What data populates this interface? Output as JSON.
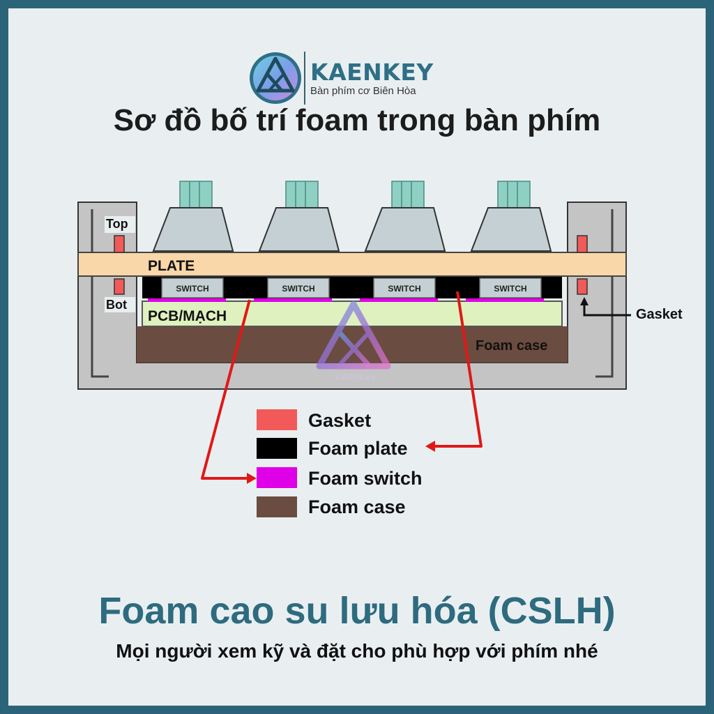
{
  "brand": {
    "name": "KAENKEY",
    "tagline": "Bàn phím cơ Biên Hòa",
    "watermark": "KAEnKey"
  },
  "title": "Sơ đồ bố trí foam trong bàn phím",
  "diagram": {
    "plate_label": "PLATE",
    "pcb_label": "PCB/MẠCH",
    "foam_case_label": "Foam case",
    "top_label": "Top",
    "bot_label": "Bot",
    "gasket_callout": "Gasket",
    "switch_labels": [
      "SWITCH",
      "SWITCH",
      "SWITCH",
      "SWITCH"
    ]
  },
  "legend": [
    {
      "label": "Gasket",
      "color": "#f25a5a"
    },
    {
      "label": "Foam plate",
      "color": "#000000"
    },
    {
      "label": "Foam switch",
      "color": "#e000e8"
    },
    {
      "label": "Foam case",
      "color": "#6b4c40"
    }
  ],
  "colors": {
    "plate": "#f9d7a8",
    "pcb": "#dff1be",
    "case": "#c4c4c4",
    "keycap": "#c4d0d4",
    "stem": "#8fd0c4",
    "arrow": "#e01818",
    "brand": "#2f6f86"
  },
  "footer": {
    "title": "Foam cao su lưu hóa (CSLH)",
    "subtitle": "Mọi người xem kỹ và đặt cho phù hợp với phím nhé"
  }
}
